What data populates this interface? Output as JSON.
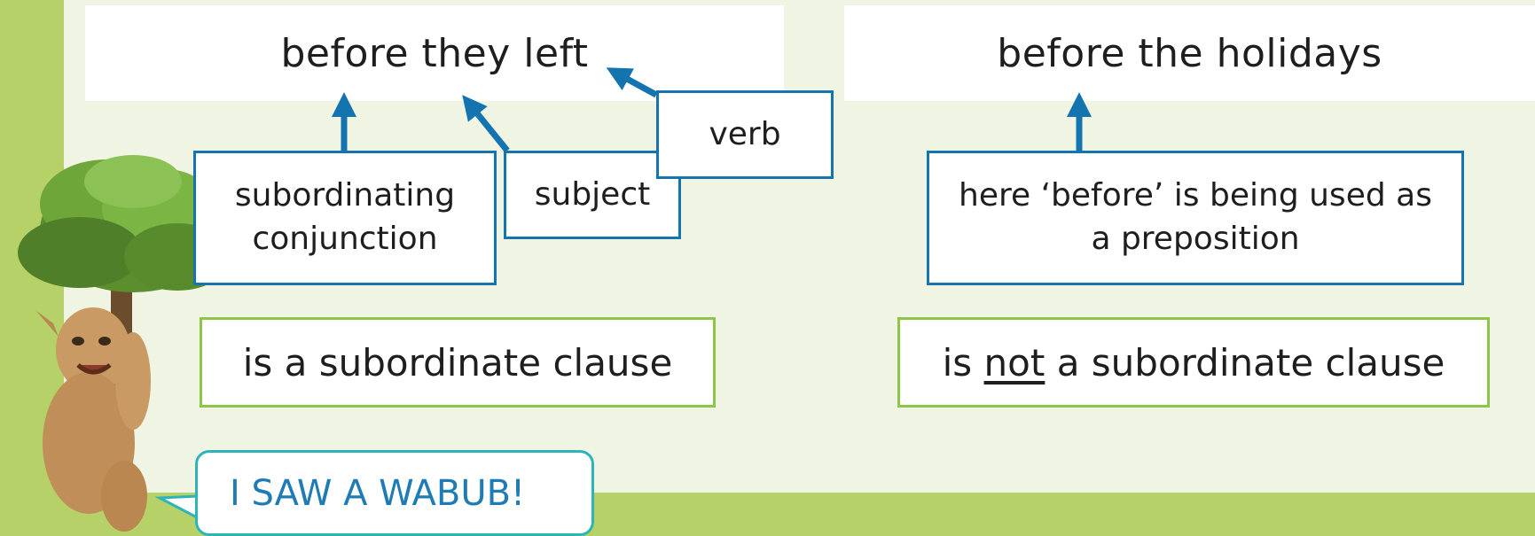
{
  "left_example": {
    "phrase": "before they left",
    "labels": {
      "conjunction": "subordinating conjunction",
      "subject": "subject",
      "verb": "verb"
    },
    "verdict": "is a subordinate clause"
  },
  "right_example": {
    "phrase": "before the holidays",
    "label": "here ‘before’ is being used as a preposition",
    "verdict_prefix": "is ",
    "verdict_emphasis": "not",
    "verdict_suffix": " a subordinate clause"
  },
  "speech_bubble": "I SAW A WABUB!",
  "colors": {
    "background_green": "#b7d169",
    "panel": "#eff4e3",
    "blue_accent": "#1474b0",
    "green_accent": "#8ec449",
    "speech_border": "#2bb5b8",
    "speech_text": "#1f7bb6"
  },
  "icons": [
    "tree-icon",
    "wabub-creature-icon",
    "arrow-up-icon"
  ]
}
